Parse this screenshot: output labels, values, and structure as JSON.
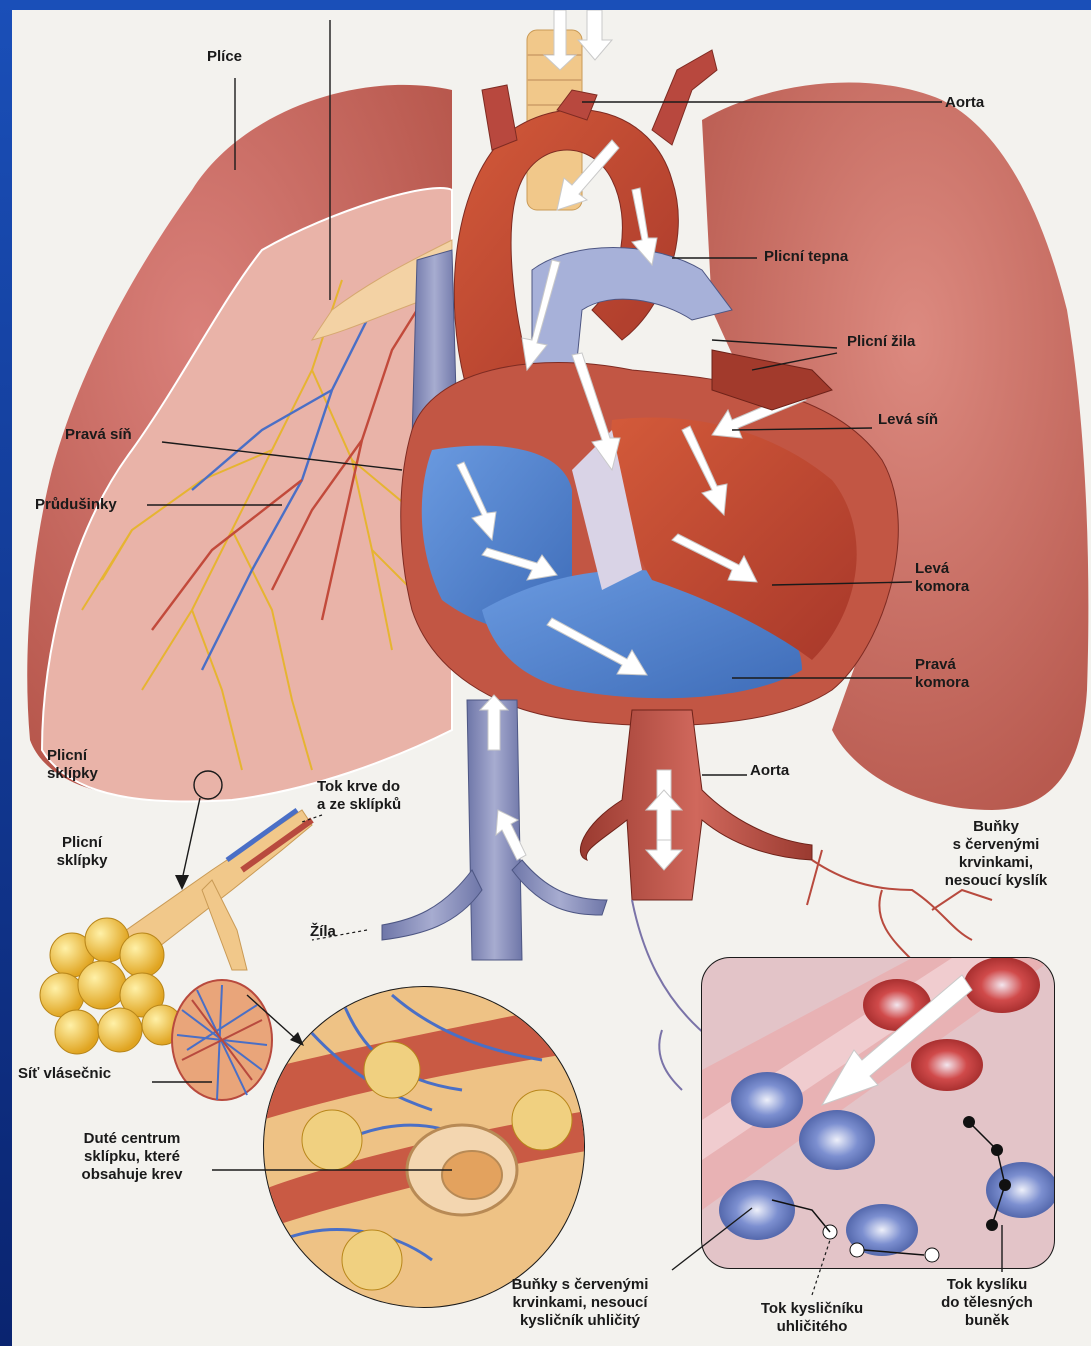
{
  "labels": {
    "plice": "Plíce",
    "aorta_top": "Aorta",
    "plicni_tepna": "Plicní tepna",
    "plicni_zila": "Plicní žila",
    "leva_sin": "Levá síň",
    "prava_sin": "Pravá síň",
    "prudusinky": "Průdušinky",
    "leva_komora": "Levá\nkomora",
    "prava_komora": "Pravá\nkomora",
    "plicni_sklipky_1": "Plicní\nsklípky",
    "tok_krve": "Tok krve do\na ze sklípků",
    "aorta_bottom": "Aorta",
    "bunky_cervene_kyslik": "Buňky\ns červenými\nkrvinkami,\nnesoucí kyslík",
    "plicni_sklipky_2": "Plicní\nsklípky",
    "zila": "Žíla",
    "sit_vlasecnic": "Síť vlásečnic",
    "dute_centrum": "Duté centrum\nsklípku, které\nobsahuje krev",
    "bunky_uhlicity": "Buňky s červenými\nkrvinkami, nesoucí\nkysličník uhličitý",
    "tok_kyslicniku": "Tok kysličníku\nuhličitého",
    "tok_kysliku": "Tok kyslíku\ndo tělesných\nbuněk"
  },
  "colors": {
    "lung": "#c9685a",
    "lung_light": "#e09a8c",
    "artery": "#b8483e",
    "vein_blue": "#7d8fc4",
    "deoxy": "#4f7fc9",
    "trachea": "#f1c88a",
    "alveoli": "#f2c13c",
    "frame": "#1a4fb8"
  }
}
